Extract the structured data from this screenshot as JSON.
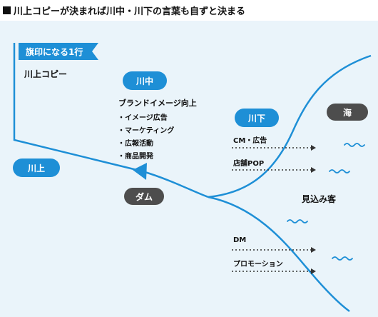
{
  "title": "川上コピーが決まれば川中・川下の言葉も自ずと決まる",
  "flag_label": "旗印になる1行",
  "upstream_copy": "川上コピー",
  "nodes": {
    "upstream": "川上",
    "midstream": "川中",
    "downstream": "川下",
    "dam": "ダム",
    "sea": "海",
    "prospects": "見込み客"
  },
  "midstream_heading": "ブランドイメージ向上",
  "midstream_items": [
    "イメージ広告",
    "マーケティング",
    "広報活動",
    "商品開発"
  ],
  "downstream_items": [
    "CM・広告",
    "店舗POP",
    "DM",
    "プロモーション"
  ],
  "colors": {
    "river": "#1e8fd6",
    "panel": "#eaf4fa",
    "dark_pill": "#4d4d4d",
    "arrow": "#333333"
  }
}
